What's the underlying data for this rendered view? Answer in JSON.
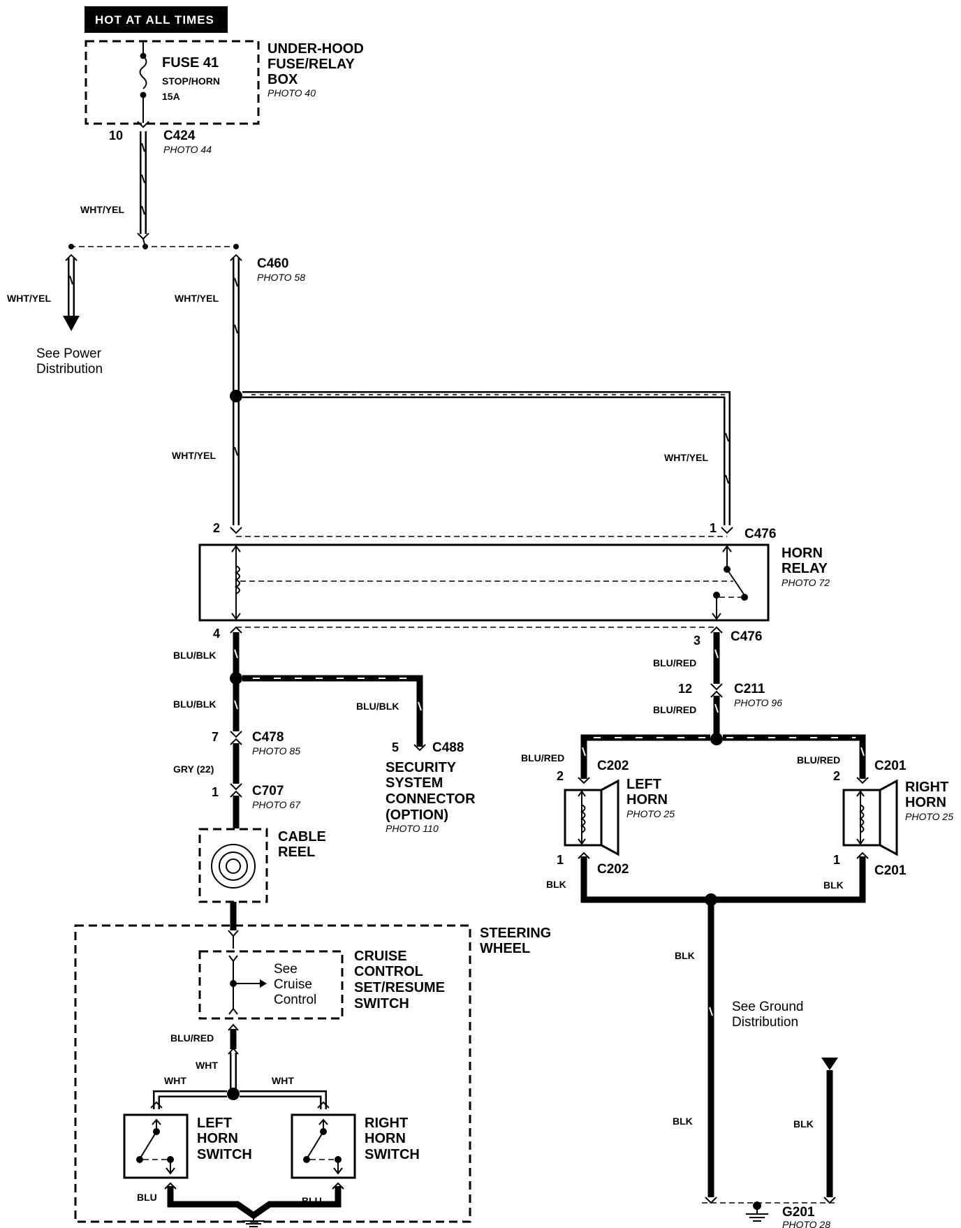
{
  "hot_label": "HOT AT ALL TIMES",
  "fuse_box": {
    "fuse": "FUSE 41",
    "circuit": "STOP/HORN",
    "rating": "15A",
    "title_1": "UNDER-HOOD",
    "title_2": "FUSE/RELAY",
    "title_3": "BOX",
    "photo": "PHOTO 40"
  },
  "c424": {
    "pin": "10",
    "name": "C424",
    "photo": "PHOTO 44",
    "wire": "WHT/YEL"
  },
  "c460": {
    "name": "C460",
    "photo": "PHOTO 58",
    "wire_left": "WHT/YEL",
    "wire_right": "WHT/YEL"
  },
  "power_ref": {
    "line1": "See Power",
    "line2": "Distribution"
  },
  "relay_feed": {
    "wire_left": "WHT/YEL",
    "wire_right": "WHT/YEL"
  },
  "horn_relay": {
    "pin_coil_in": "2",
    "pin_switch_in": "1",
    "conn_top": "C476",
    "title_1": "HORN",
    "title_2": "RELAY",
    "photo": "PHOTO 72",
    "pin_coil_out": "4",
    "pin_switch_out": "3",
    "conn_bottom": "C476"
  },
  "left_branch": {
    "wire1": "BLU/BLK",
    "wire2": "BLU/BLK",
    "wire_security": "BLU/BLK",
    "c478_pin": "7",
    "c478": "C478",
    "c478_photo": "PHOTO 85",
    "gry": "GRY (22)",
    "c707_pin": "1",
    "c707": "C707",
    "c707_photo": "PHOTO 67"
  },
  "security": {
    "pin": "5",
    "conn": "C488",
    "line1": "SECURITY",
    "line2": "SYSTEM",
    "line3": "CONNECTOR",
    "line4": "(OPTION)",
    "photo": "PHOTO 110"
  },
  "cable_reel": {
    "line1": "CABLE",
    "line2": "REEL"
  },
  "steering": {
    "line1": "STEERING",
    "line2": "WHEEL"
  },
  "cruise": {
    "see1": "See",
    "see2": "Cruise",
    "see3": "Control",
    "line1": "CRUISE",
    "line2": "CONTROL",
    "line3": "SET/RESUME",
    "line4": "SWITCH"
  },
  "horn_switch_wires": {
    "blu_red": "BLU/RED",
    "wht_center": "WHT",
    "wht_left": "WHT",
    "wht_right": "WHT",
    "blu_left": "BLU",
    "blu_right": "BLU"
  },
  "left_switch": {
    "line1": "LEFT",
    "line2": "HORN",
    "line3": "SWITCH"
  },
  "right_switch": {
    "line1": "RIGHT",
    "line2": "HORN",
    "line3": "SWITCH"
  },
  "right_branch": {
    "wire1": "BLU/RED",
    "c211_pin": "12",
    "c211": "C211",
    "c211_photo": "PHOTO 96",
    "wire2": "BLU/RED"
  },
  "left_horn": {
    "wire": "BLU/RED",
    "pin_top": "2",
    "conn_top": "C202",
    "line1": "LEFT",
    "line2": "HORN",
    "photo": "PHOTO 25",
    "pin_bottom": "1",
    "conn_bottom": "C202",
    "wire_blk": "BLK"
  },
  "right_horn": {
    "wire": "BLU/RED",
    "pin_top": "2",
    "conn_top": "C201",
    "line1": "RIGHT",
    "line2": "HORN",
    "photo": "PHOTO 25",
    "pin_bottom": "1",
    "conn_bottom": "C201",
    "wire_blk": "BLK"
  },
  "ground": {
    "wire_upper": "BLK",
    "see1": "See Ground",
    "see2": "Distribution",
    "wire_lower": "BLK",
    "wire_return": "BLK",
    "name": "G201",
    "photo": "PHOTO 28"
  }
}
